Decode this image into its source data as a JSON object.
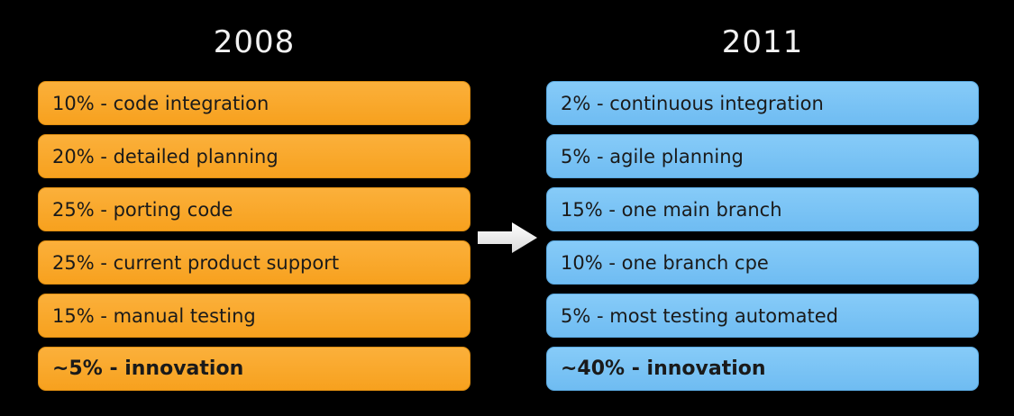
{
  "left_column": {
    "year": "2008",
    "items": [
      {
        "text": "10% - code integration",
        "bold": false
      },
      {
        "text": "20% - detailed planning",
        "bold": false
      },
      {
        "text": "25% - porting code",
        "bold": false
      },
      {
        "text": "25% - current product support",
        "bold": false
      },
      {
        "text": "15% - manual testing",
        "bold": false
      },
      {
        "text": "~5% - innovation",
        "bold": true
      }
    ],
    "color": "#f9a825"
  },
  "right_column": {
    "year": "2011",
    "items": [
      {
        "text": "2% - continuous integration",
        "bold": false
      },
      {
        "text": "5% - agile planning",
        "bold": false
      },
      {
        "text": "15% - one main branch",
        "bold": false
      },
      {
        "text": "10% - one branch cpe",
        "bold": false
      },
      {
        "text": "5% - most testing automated",
        "bold": false
      },
      {
        "text": "~40% - innovation",
        "bold": true
      }
    ],
    "color": "#7cc4f5"
  },
  "arrow": {
    "icon": "arrow-right-icon",
    "color": "#ffffff"
  }
}
